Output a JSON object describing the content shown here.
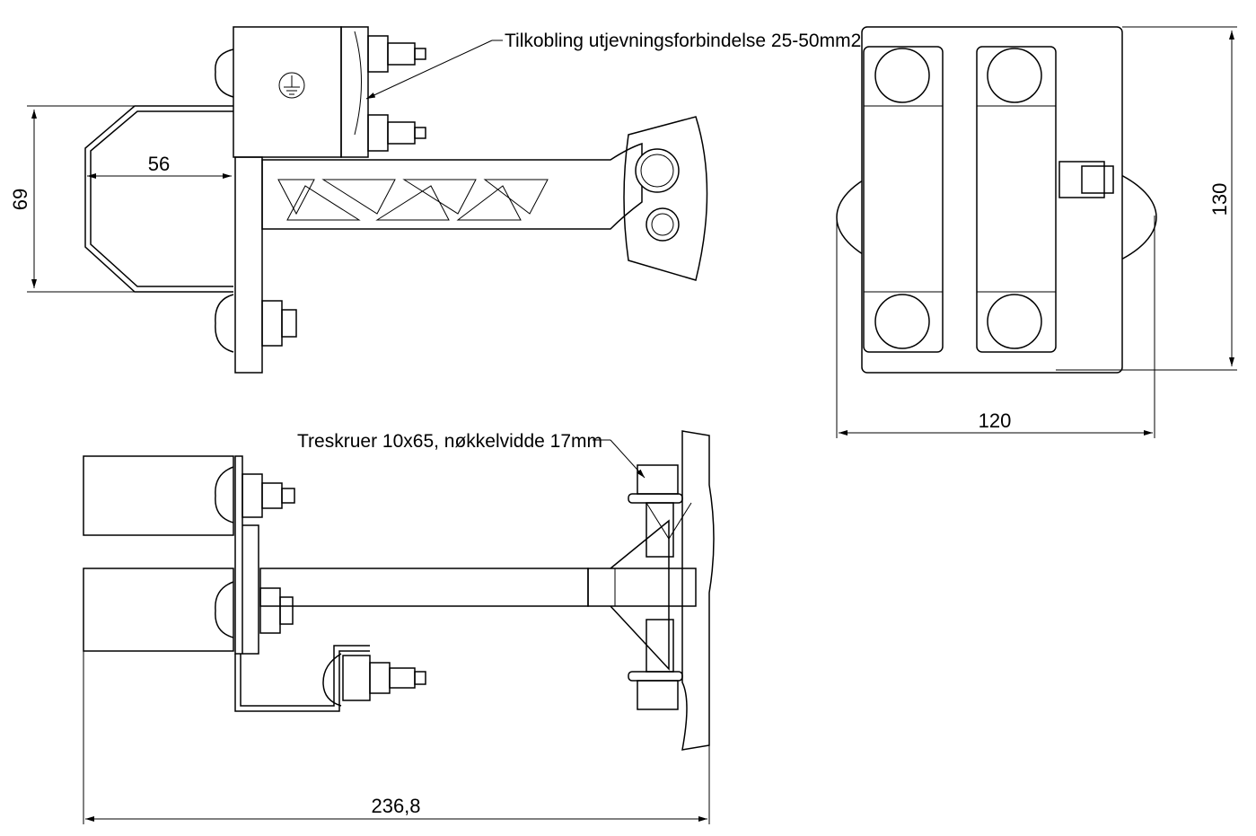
{
  "annotations": {
    "connection_note": "Tilkobling utjevningsforbindelse 25-50mm2",
    "screw_note": "Treskruer 10x65, nøkkelvidde 17mm"
  },
  "dimensions": {
    "height_69": "69",
    "width_56": "56",
    "width_120": "120",
    "height_130": "130",
    "length_236": "236,8"
  },
  "colors": {
    "line": "#000000",
    "background": "#ffffff"
  }
}
